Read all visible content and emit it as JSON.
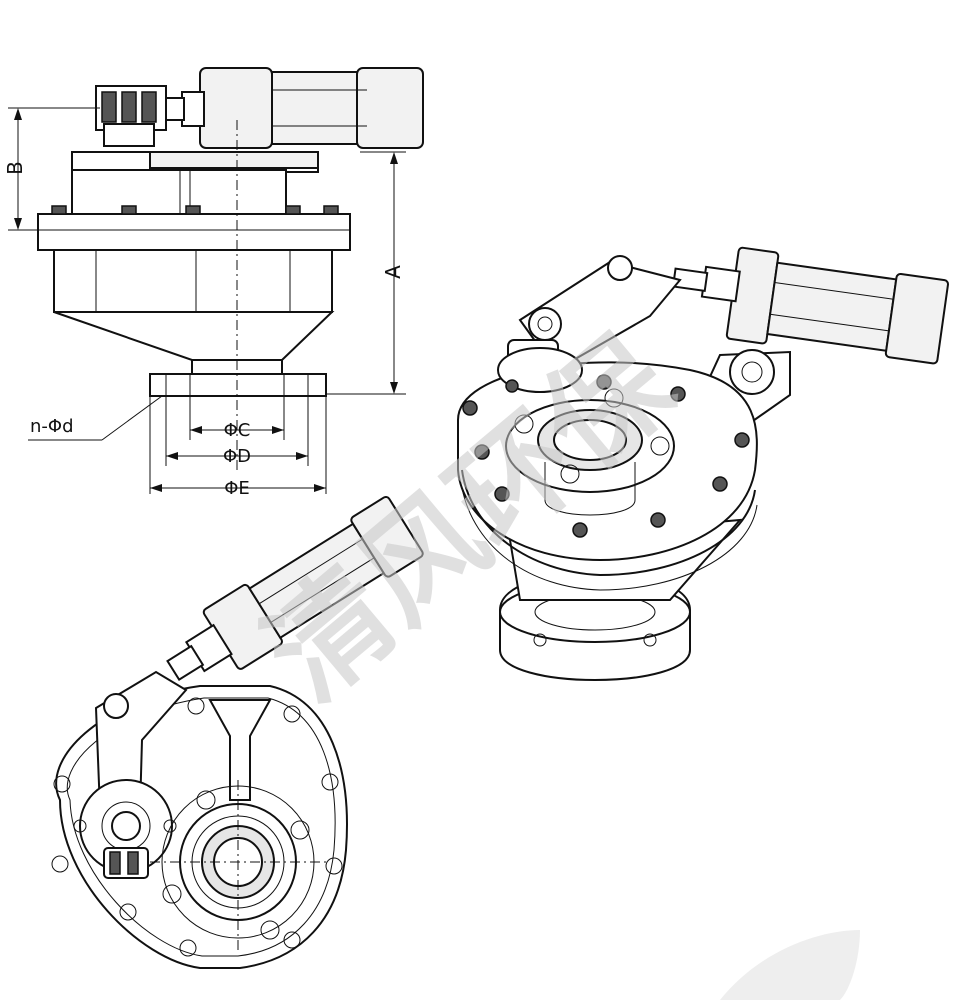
{
  "dimension_labels": {
    "a": "A",
    "b": "B",
    "phi_c": "ΦC",
    "phi_d": "ΦD",
    "phi_e": "ΦE",
    "bolt_holes": "n-Φd"
  },
  "watermark": {
    "text": "清风环保"
  },
  "colors": {
    "line": "#111111",
    "fill_light": "#f2f2f2",
    "fill_gray": "#e6e6e6",
    "watermark": "#c8c8c8"
  }
}
